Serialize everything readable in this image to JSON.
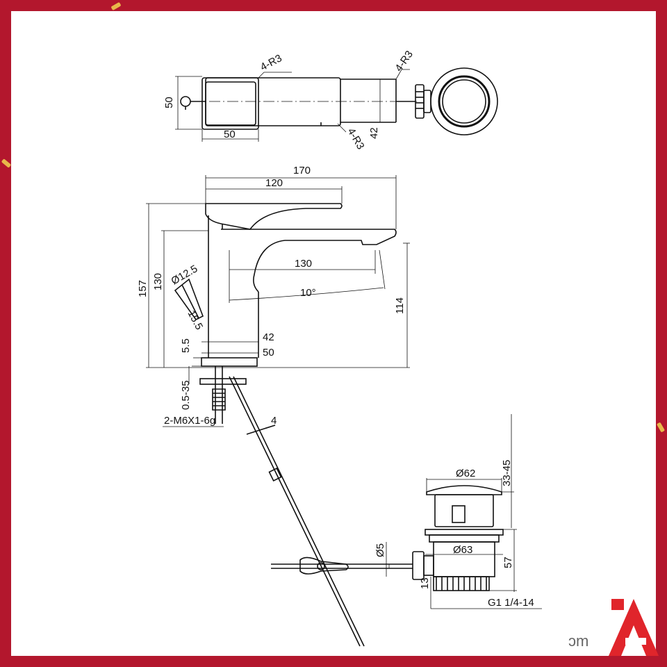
{
  "drawing": {
    "top_view": {
      "radius_top_left": "4-R3",
      "radius_top_right": "4-R3",
      "radius_bottom": "4-R3",
      "width": "50",
      "base_length": "50",
      "height": "42"
    },
    "side_view": {
      "overall_length": "170",
      "spout_upper": "120",
      "overall_height": "157",
      "height_130": "130",
      "spout_reach": "130",
      "spout_height": "114",
      "angle": "10°",
      "inlet_diameter": "Ø12.5",
      "inlet_length": "15.5",
      "base_height": "5.5",
      "body_width": "42",
      "base_width": "50",
      "deck_thickness": "0.5-35",
      "thread": "2-M6X1-6g",
      "rod_spec": "4"
    },
    "drain": {
      "cap_diameter": "Ø62",
      "lift": "33-45",
      "rod_diameter": "Ø5",
      "flange_diameter": "Ø63",
      "body_height": "57",
      "collar": "13",
      "thread": "G1 1/4-14"
    }
  },
  "watermark": {
    "site_fragment": "ɔm"
  },
  "colors": {
    "frame": "#b3172d",
    "line": "#111111",
    "logo": "#e0252b"
  }
}
